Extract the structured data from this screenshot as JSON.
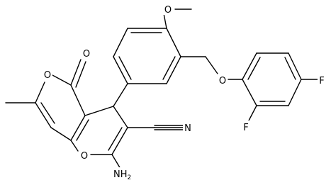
{
  "structure": {
    "labels": {
      "methoxy_o": "O",
      "carbonyl_o": "O",
      "lactone_o": "O",
      "pyran_o": "O",
      "ether_o": "O",
      "fluoro_para": "F",
      "fluoro_ortho": "F",
      "nitrile_n": "N",
      "amino": "NH",
      "amino_sub": "2"
    },
    "colors": {
      "ink": "#000000",
      "background": "#ffffff"
    }
  }
}
